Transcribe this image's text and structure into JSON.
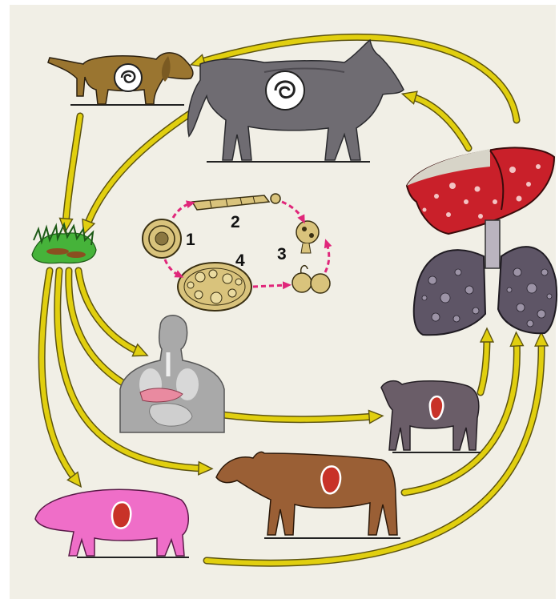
{
  "colors": {
    "background": "#f1efe6",
    "arrow": "#e1cf0f",
    "arrow_outline": "#5d5410",
    "dotted_arrow": "#e0267a",
    "dog": "#9a7530",
    "wolf": "#6f6c72",
    "liver": "#c9202a",
    "lungs": "#5e5566",
    "pig": "#ef6ec8",
    "cow": "#9a5f35",
    "sheep": "#6a5d68",
    "cyst": "#c83228",
    "egg_stage": "#d9c37c",
    "grass": "#46b33a"
  },
  "icons": {
    "dog": "dog-icon",
    "wolf": "wolf-icon",
    "liver": "liver-icon",
    "lungs": "lungs-icon",
    "grass": "contaminated-grass-icon",
    "human": "human-torso-icon",
    "sheep": "sheep-icon",
    "cow": "cow-icon",
    "pig": "pig-icon"
  },
  "lifecycle": {
    "label_1": "1",
    "label_2": "2",
    "label_3": "3",
    "label_4": "4"
  }
}
